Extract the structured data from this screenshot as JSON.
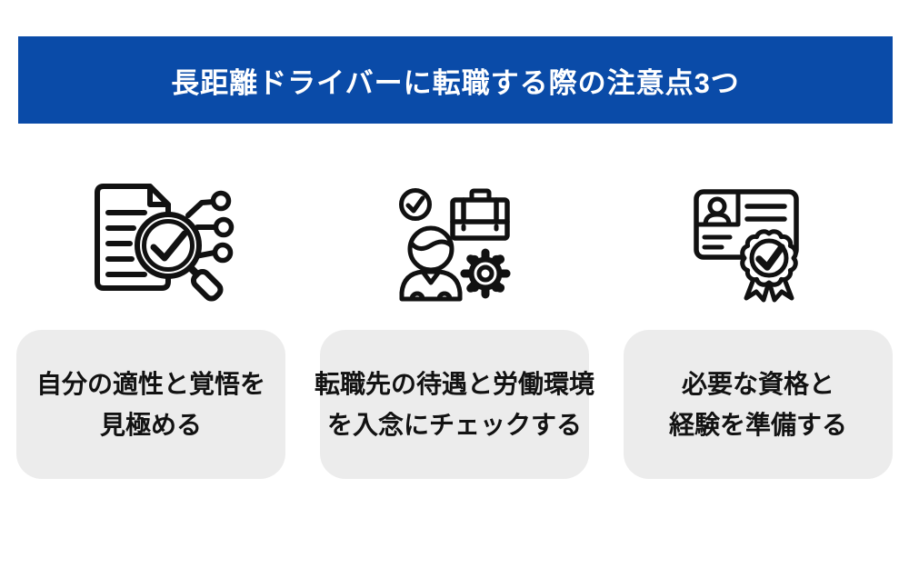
{
  "header": {
    "title": "長距離ドライバーに転職する際の注意点3つ"
  },
  "cards": [
    {
      "icon": "document-check-search-icon",
      "line1": "自分の適性と覚悟を",
      "line2": "見極める"
    },
    {
      "icon": "candidate-check-briefcase-gear-icon",
      "line1": "転職先の待遇と労働環境",
      "line2": "を入念にチェックする"
    },
    {
      "icon": "certificate-badge-check-icon",
      "line1": "必要な資格と",
      "line2": "経験を準備する"
    }
  ],
  "colors": {
    "header_bg": "#0A4BA8",
    "header_text": "#FFFFFF",
    "card_bg": "#ECECEC",
    "card_text": "#121212",
    "icon_stroke": "#111111",
    "page_bg": "#FFFFFF"
  }
}
